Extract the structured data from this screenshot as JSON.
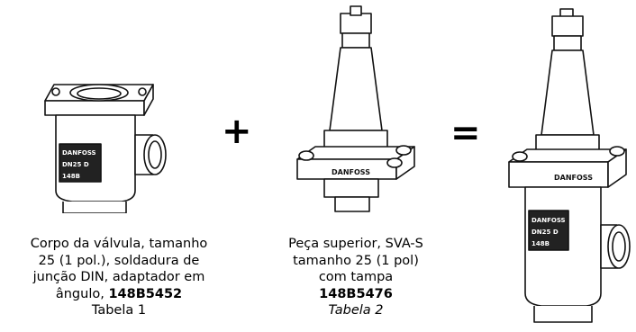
{
  "operators": {
    "plus": "+",
    "equals": "="
  },
  "parts": [
    {
      "caption_lines": [
        "Corpo da válvula, tamanho",
        "25 (1 pol.), soldadura de",
        "junção DIN, adaptador em"
      ],
      "caption_last_prefix": "ângulo, ",
      "code": "148B5452",
      "table_ref": "Tabela 1",
      "body_markings": [
        "DANFOSS",
        "DN25 D",
        "148B"
      ]
    },
    {
      "caption_lines": [
        "Peça superior, SVA-S",
        "tamanho 25 (1 pol)",
        "com tampa"
      ],
      "code": "148B5476",
      "table_ref": "Tabela 2",
      "body_markings": [
        "DANFOSS"
      ]
    },
    {
      "caption_lines": [],
      "body_markings": [
        "DANFOSS",
        "DN25 D",
        "148B"
      ]
    }
  ]
}
